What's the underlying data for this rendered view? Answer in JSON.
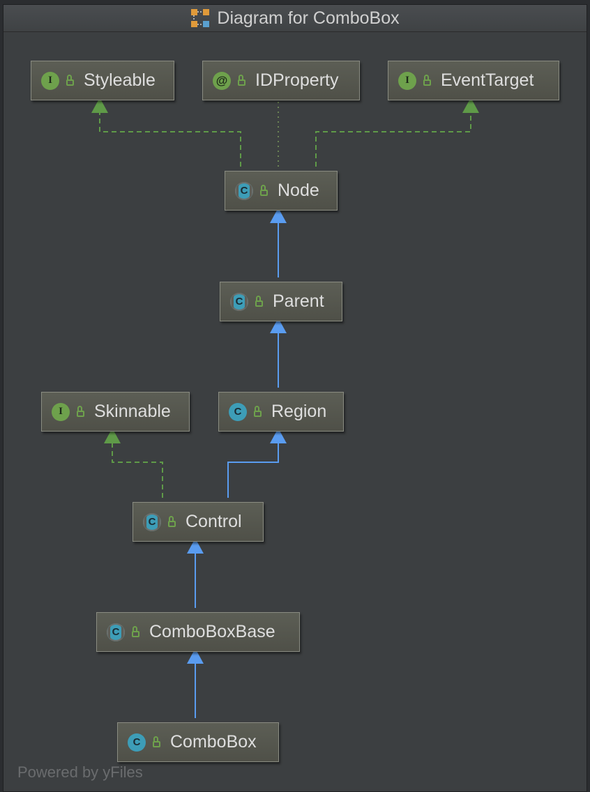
{
  "window": {
    "title": "Diagram for ComboBox"
  },
  "watermark": "Powered by yFiles",
  "colors": {
    "realization": "#5f9a48",
    "inheritance": "#5a9cf0",
    "dependency": "#7a9a5a",
    "node_fill": "#55574e",
    "background": "#3c3f41"
  },
  "nodes": [
    {
      "id": "styleable",
      "label": "Styleable",
      "kind": "interface",
      "kind_glyph": "I",
      "icon": "interface-icon"
    },
    {
      "id": "idproperty",
      "label": "IDProperty",
      "kind": "annotation",
      "kind_glyph": "@",
      "icon": "annotation-icon"
    },
    {
      "id": "eventtarget",
      "label": "EventTarget",
      "kind": "interface",
      "kind_glyph": "I",
      "icon": "interface-icon"
    },
    {
      "id": "node",
      "label": "Node",
      "kind": "abstract",
      "kind_glyph": "C",
      "icon": "abstract-class-icon"
    },
    {
      "id": "parent",
      "label": "Parent",
      "kind": "abstract",
      "kind_glyph": "C",
      "icon": "abstract-class-icon"
    },
    {
      "id": "skinnable",
      "label": "Skinnable",
      "kind": "interface",
      "kind_glyph": "I",
      "icon": "interface-icon"
    },
    {
      "id": "region",
      "label": "Region",
      "kind": "class",
      "kind_glyph": "C",
      "icon": "class-icon"
    },
    {
      "id": "control",
      "label": "Control",
      "kind": "abstract",
      "kind_glyph": "C",
      "icon": "abstract-class-icon"
    },
    {
      "id": "comboboxbase",
      "label": "ComboBoxBase",
      "kind": "abstract",
      "kind_glyph": "C",
      "icon": "abstract-class-icon"
    },
    {
      "id": "combobox",
      "label": "ComboBox",
      "kind": "class",
      "kind_glyph": "C",
      "icon": "class-icon"
    }
  ],
  "edges": [
    {
      "from": "node",
      "to": "styleable",
      "type": "realization"
    },
    {
      "from": "node",
      "to": "idproperty",
      "type": "annotation"
    },
    {
      "from": "node",
      "to": "eventtarget",
      "type": "realization"
    },
    {
      "from": "parent",
      "to": "node",
      "type": "inheritance"
    },
    {
      "from": "region",
      "to": "parent",
      "type": "inheritance"
    },
    {
      "from": "control",
      "to": "skinnable",
      "type": "realization"
    },
    {
      "from": "control",
      "to": "region",
      "type": "inheritance"
    },
    {
      "from": "comboboxbase",
      "to": "control",
      "type": "inheritance"
    },
    {
      "from": "combobox",
      "to": "comboboxbase",
      "type": "inheritance"
    }
  ]
}
